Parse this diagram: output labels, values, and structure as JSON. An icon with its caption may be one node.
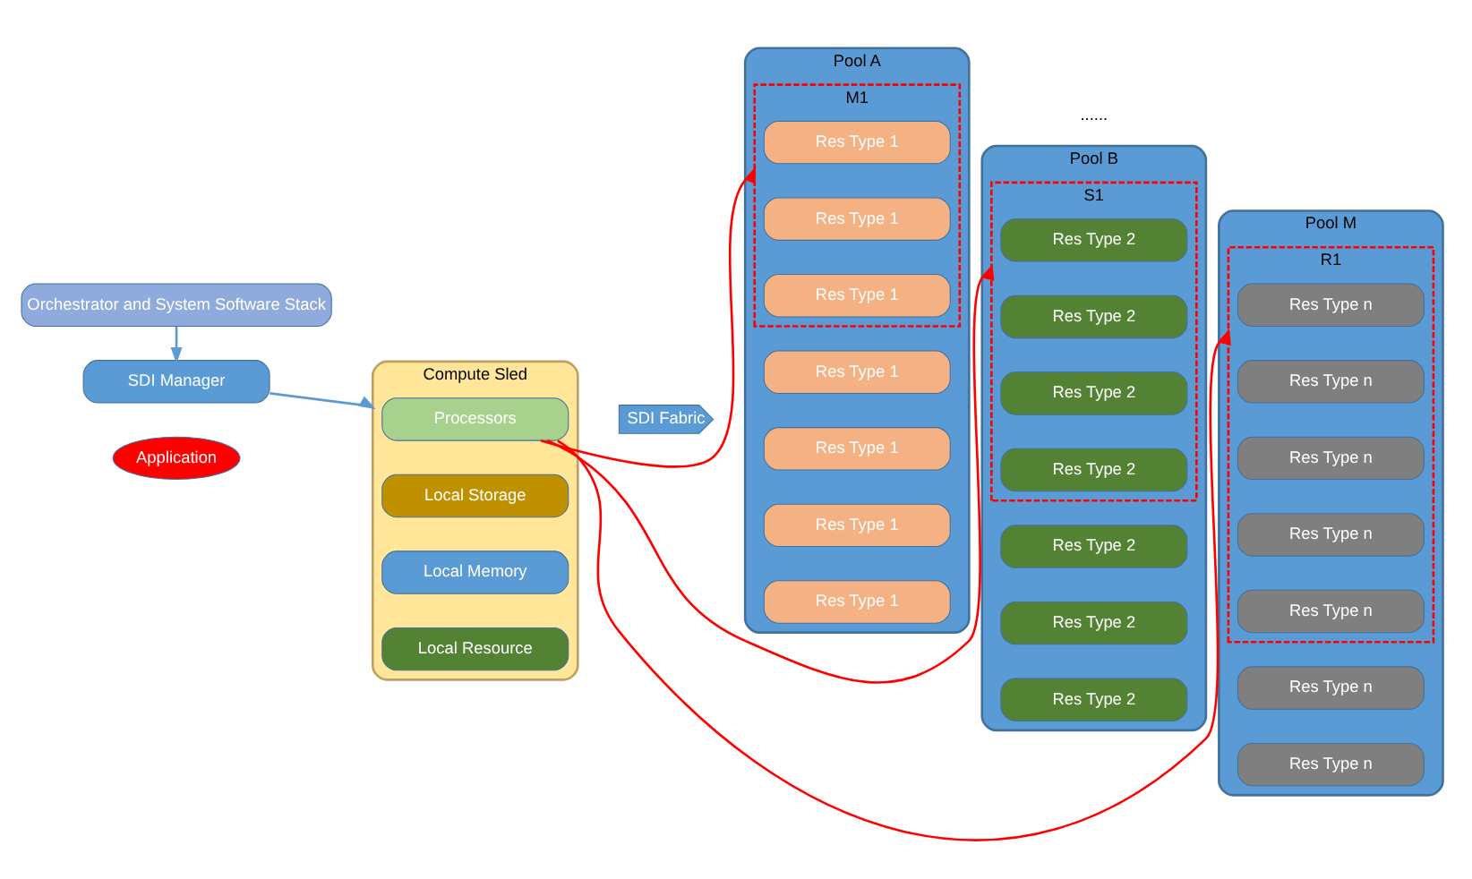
{
  "diagram": {
    "nodes": [
      {
        "text": [
          "Orchestrator and System Software Stack"
        ]
      },
      {
        "text": [
          "SDI Manager"
        ]
      },
      {
        "text": [
          "Compute Sled"
        ]
      },
      {
        "text": [
          "Processors"
        ],
        "in": 2
      },
      {
        "text": [
          "Local Storage"
        ],
        "in": 2
      },
      {
        "text": [
          "Local Memory"
        ],
        "in": 2
      },
      {
        "text": [
          "Local Resource"
        ],
        "in": 2
      },
      {
        "text": [
          "Application"
        ]
      },
      {
        "text": [
          "SDI Fabric"
        ]
      },
      {
        "text": [
          "Pool A"
        ]
      },
      {
        "text": [
          "M1"
        ],
        "in": 9
      },
      {
        "text": [
          "Res Type 1"
        ],
        "in": 10
      },
      {
        "text": [
          "Res Type 1"
        ],
        "in": 10
      },
      {
        "text": [
          "Res Type 1"
        ],
        "in": 10
      },
      {
        "text": [
          "Res Type 1"
        ],
        "in": 9
      },
      {
        "text": [
          "Res Type 1"
        ],
        "in": 9
      },
      {
        "text": [
          "Res Type 1"
        ],
        "in": 9
      },
      {
        "text": [
          "Res Type 1"
        ],
        "in": 9
      },
      {
        "text": [
          "Pool B"
        ]
      },
      {
        "text": [
          "S1"
        ],
        "in": 18
      },
      {
        "text": [
          "Res Type 2"
        ],
        "in": 19
      },
      {
        "text": [
          "Res Type 2"
        ],
        "in": 19
      },
      {
        "text": [
          "Res Type 2"
        ],
        "in": 19
      },
      {
        "text": [
          "Res Type 2"
        ],
        "in": 19
      },
      {
        "text": [
          "Res Type 2"
        ],
        "in": 18
      },
      {
        "text": [
          "Res Type 2"
        ],
        "in": 18
      },
      {
        "text": [
          "Res Type 2"
        ],
        "in": 18
      },
      {
        "text": [
          "Pool M"
        ]
      },
      {
        "text": [
          "R1"
        ],
        "in": 27
      },
      {
        "text": [
          "Res Type n"
        ],
        "in": 28
      },
      {
        "text": [
          "Res Type n"
        ],
        "in": 28
      },
      {
        "text": [
          "Res Type n"
        ],
        "in": 28
      },
      {
        "text": [
          "Res Type n"
        ],
        "in": 28
      },
      {
        "text": [
          "Res Type n"
        ],
        "in": 28
      },
      {
        "text": [
          "Res Type n"
        ],
        "in": 27
      },
      {
        "text": [
          "Res Type n"
        ],
        "in": 27
      }
    ],
    "edges": [
      {
        "from": 0,
        "to": 1,
        "arrow": "to",
        "color": "#5b9bd5"
      },
      {
        "from": 1,
        "to": 2,
        "arrow": "to",
        "color": "#5b9bd5"
      },
      {
        "from": 3,
        "to": 10,
        "arrow": "to",
        "color": "#ff0000"
      },
      {
        "from": 3,
        "to": 19,
        "arrow": "to",
        "color": "#ff0000"
      },
      {
        "from": 3,
        "to": 28,
        "arrow": "to",
        "color": "#ff0000"
      }
    ],
    "labels": [
      "......"
    ]
  }
}
